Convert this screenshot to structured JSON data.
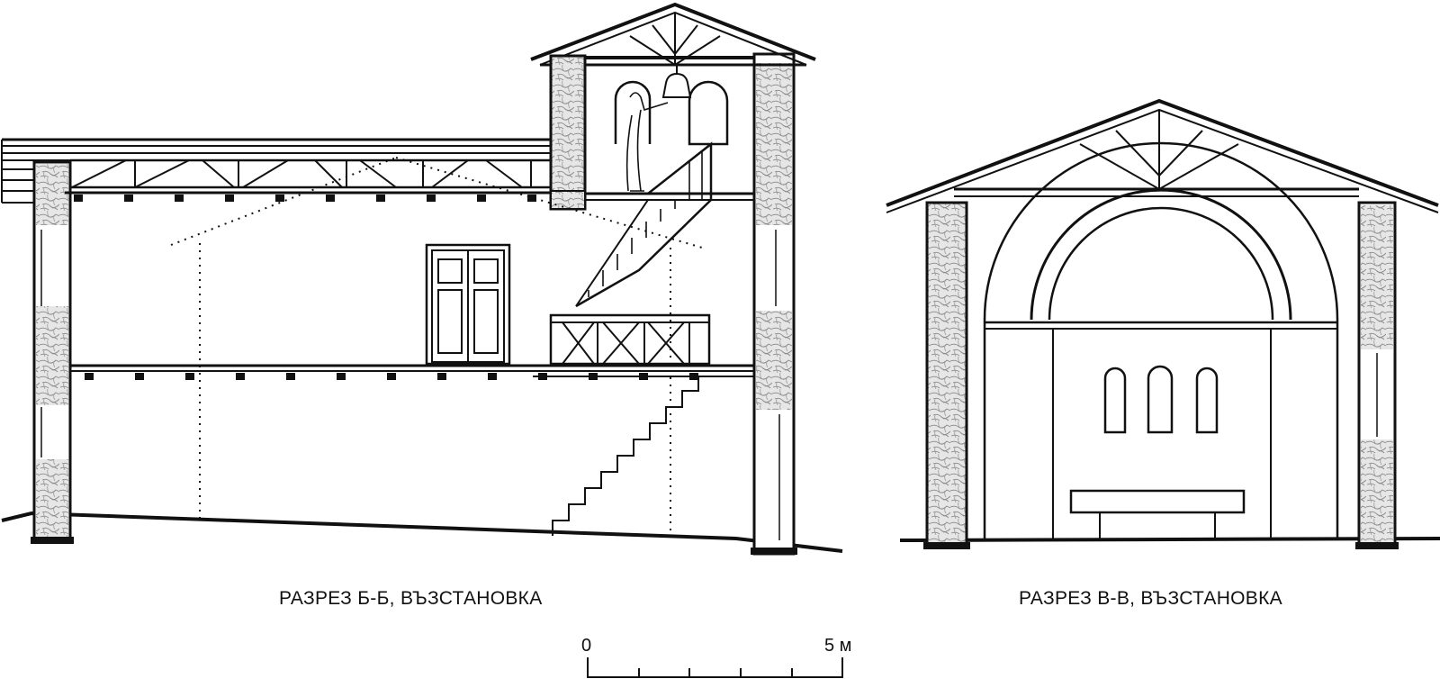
{
  "captions": {
    "section_bb": "РАЗРЕЗ Б-Б, ВЪЗСТАНОВКА",
    "section_vv": "РАЗРЕЗ В-В, ВЪЗСТАНОВКА"
  },
  "scale_bar": {
    "start_label": "0",
    "end_label": "5 м",
    "divisions": 5
  },
  "colors": {
    "ink": "#111111",
    "stone_fill": "#e4e4e4",
    "stone_pattern": "#8c8c8c",
    "paper": "#ffffff"
  }
}
